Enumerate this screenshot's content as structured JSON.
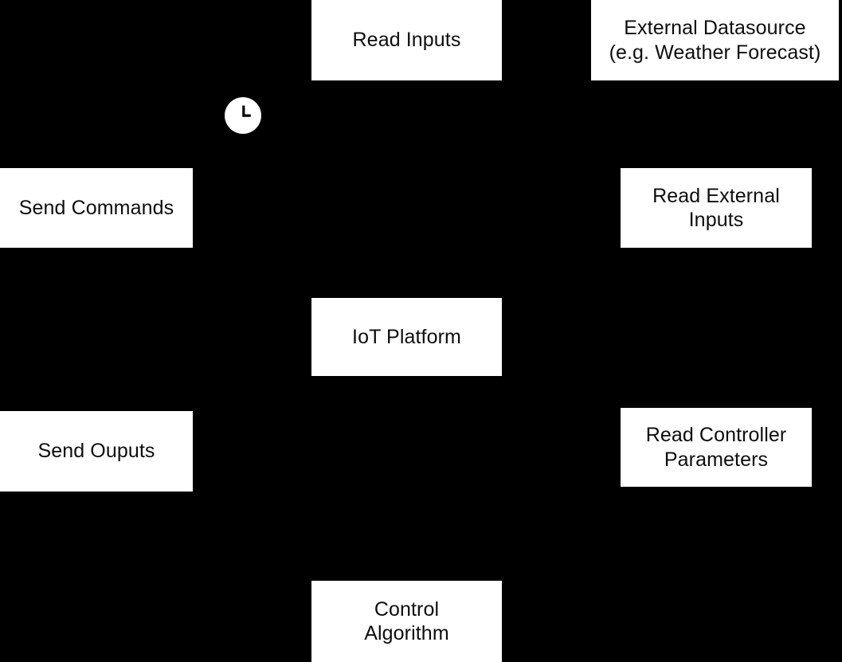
{
  "diagram": {
    "background_color": "#000000",
    "node_fill_color": "#ffffff",
    "node_text_color": "#0d0d0d",
    "nodes": [
      {
        "id": "read-inputs",
        "label": "Read Inputs"
      },
      {
        "id": "external-datasource",
        "label": "External Datasource\n(e.g. Weather Forecast)"
      },
      {
        "id": "send-commands",
        "label": "Send Commands"
      },
      {
        "id": "read-external-inputs",
        "label": "Read External\nInputs"
      },
      {
        "id": "iot-platform",
        "label": "IoT Platform"
      },
      {
        "id": "send-ouputs",
        "label": "Send Ouputs"
      },
      {
        "id": "read-controller-parameters",
        "label": "Read Controller\nParameters"
      },
      {
        "id": "control-algorithm",
        "label": "Control\nAlgorithm"
      }
    ],
    "icons": [
      {
        "id": "clock",
        "name": "clock-icon",
        "color": "#ffffff",
        "hand_color": "#000000"
      }
    ]
  }
}
